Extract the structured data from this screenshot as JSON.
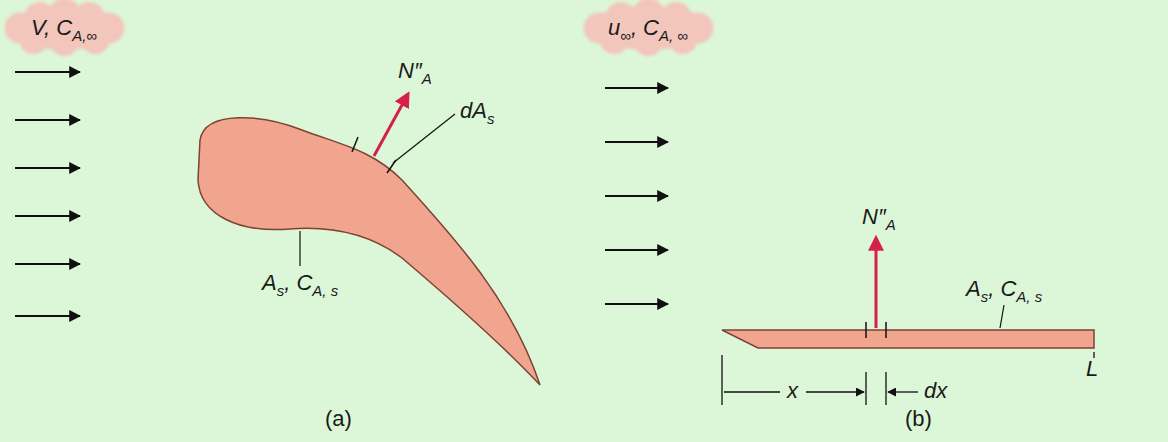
{
  "diagram": {
    "nodes": [
      {
        "text": [
          "V, C",
          "A,∞"
        ]
      },
      {
        "text": [
          "u",
          "∞",
          ", C",
          "A, ∞"
        ]
      }
    ],
    "labels": [
      "N″",
      "A",
      "dA",
      "s",
      "A",
      "s",
      ", C",
      "A, s",
      "(a)",
      "N″",
      "A",
      "A",
      "s",
      ", C",
      "A, s",
      "x",
      "dx",
      "L",
      "(b)"
    ]
  }
}
